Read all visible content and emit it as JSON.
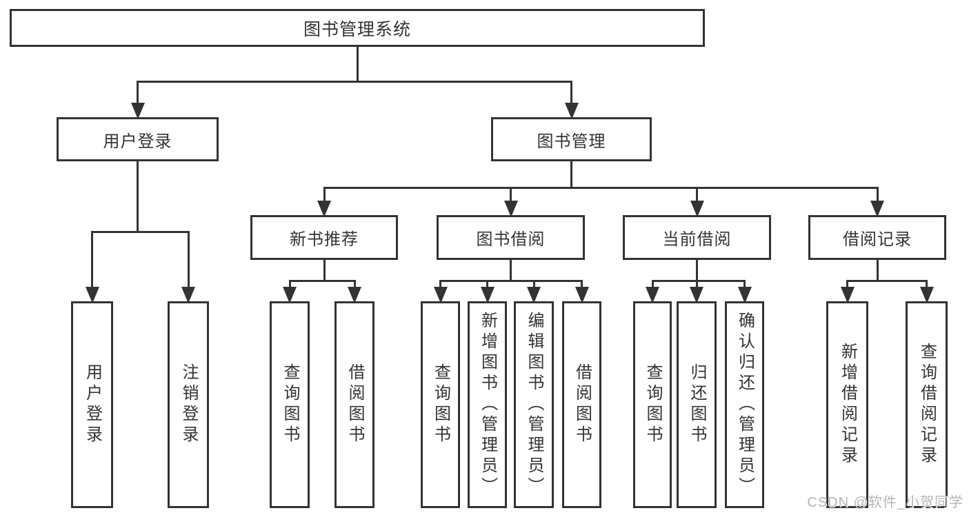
{
  "diagram": {
    "watermark": "CSDN @软件_小贺同学",
    "colors": {
      "line": "#333333",
      "text": "#333333",
      "watermark": "#b5b5b5",
      "background": "#ffffff"
    },
    "nodes": [
      {
        "id": "root",
        "label": "图书管理系统",
        "type": "h",
        "children": [
          "login",
          "mgmt"
        ]
      },
      {
        "id": "login",
        "label": "用户登录",
        "type": "h",
        "children": [
          "u_login",
          "u_logout"
        ]
      },
      {
        "id": "mgmt",
        "label": "图书管理",
        "type": "h",
        "children": [
          "newbook",
          "borrow",
          "current",
          "record"
        ]
      },
      {
        "id": "newbook",
        "label": "新书推荐",
        "type": "h",
        "children": [
          "nb_query",
          "nb_borrow"
        ]
      },
      {
        "id": "borrow",
        "label": "图书借阅",
        "type": "h",
        "children": [
          "b_query",
          "b_add",
          "b_edit",
          "b_borrow"
        ]
      },
      {
        "id": "current",
        "label": "当前借阅",
        "type": "h",
        "children": [
          "c_query",
          "c_return",
          "c_confirm"
        ]
      },
      {
        "id": "record",
        "label": "借阅记录",
        "type": "h",
        "children": [
          "r_add",
          "r_query"
        ]
      },
      {
        "id": "u_login",
        "label": "用户登录",
        "type": "v"
      },
      {
        "id": "u_logout",
        "label": "注销登录",
        "type": "v"
      },
      {
        "id": "nb_query",
        "label": "查询图书",
        "type": "v"
      },
      {
        "id": "nb_borrow",
        "label": "借阅图书",
        "type": "v"
      },
      {
        "id": "b_query",
        "label": "查询图书",
        "type": "v"
      },
      {
        "id": "b_add",
        "label": "新增图书（管理员）",
        "type": "v"
      },
      {
        "id": "b_edit",
        "label": "编辑图书（管理员）",
        "type": "v"
      },
      {
        "id": "b_borrow",
        "label": "借阅图书",
        "type": "v"
      },
      {
        "id": "c_query",
        "label": "查询图书",
        "type": "v"
      },
      {
        "id": "c_return",
        "label": "归还图书",
        "type": "v"
      },
      {
        "id": "c_confirm",
        "label": "确认归还（管理员）",
        "type": "v"
      },
      {
        "id": "r_add",
        "label": "新增借阅记录",
        "type": "v"
      },
      {
        "id": "r_query",
        "label": "查询借阅记录",
        "type": "v"
      }
    ]
  }
}
